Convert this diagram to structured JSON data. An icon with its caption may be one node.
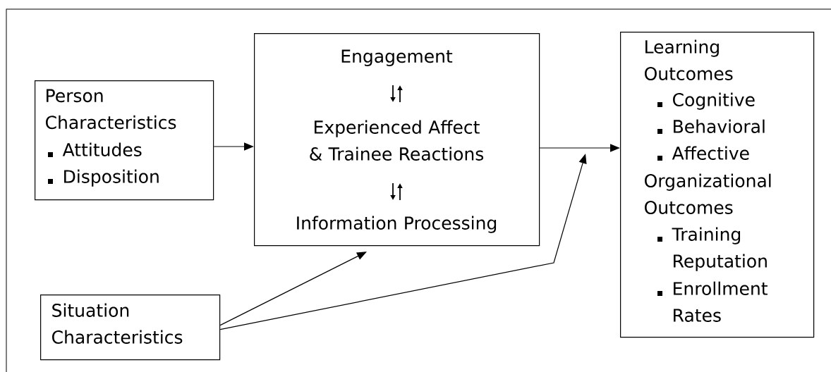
{
  "diagram": {
    "nodes": [
      {
        "text": [
          "Person Characteristics",
          "Attitudes",
          "Disposition"
        ]
      },
      {
        "text": [
          "Engagement",
          "Experienced Affect & Trainee Reactions",
          "Information Processing"
        ]
      },
      {
        "text": [
          "Learning Outcomes",
          "Cognitive",
          "Behavioral",
          "Affective",
          "Organizational Outcomes",
          "Training Reputation",
          "Enrollment Rates"
        ]
      },
      {
        "text": [
          "Situation Characteristics"
        ]
      }
    ],
    "edges": [
      {
        "from": 0,
        "to": 1,
        "arrow": "to"
      },
      {
        "from": 1,
        "to": 2,
        "arrow": "to"
      },
      {
        "from": 3,
        "to": 1,
        "arrow": "to"
      },
      {
        "from": 3,
        "to": null,
        "arrow": "to"
      }
    ]
  }
}
